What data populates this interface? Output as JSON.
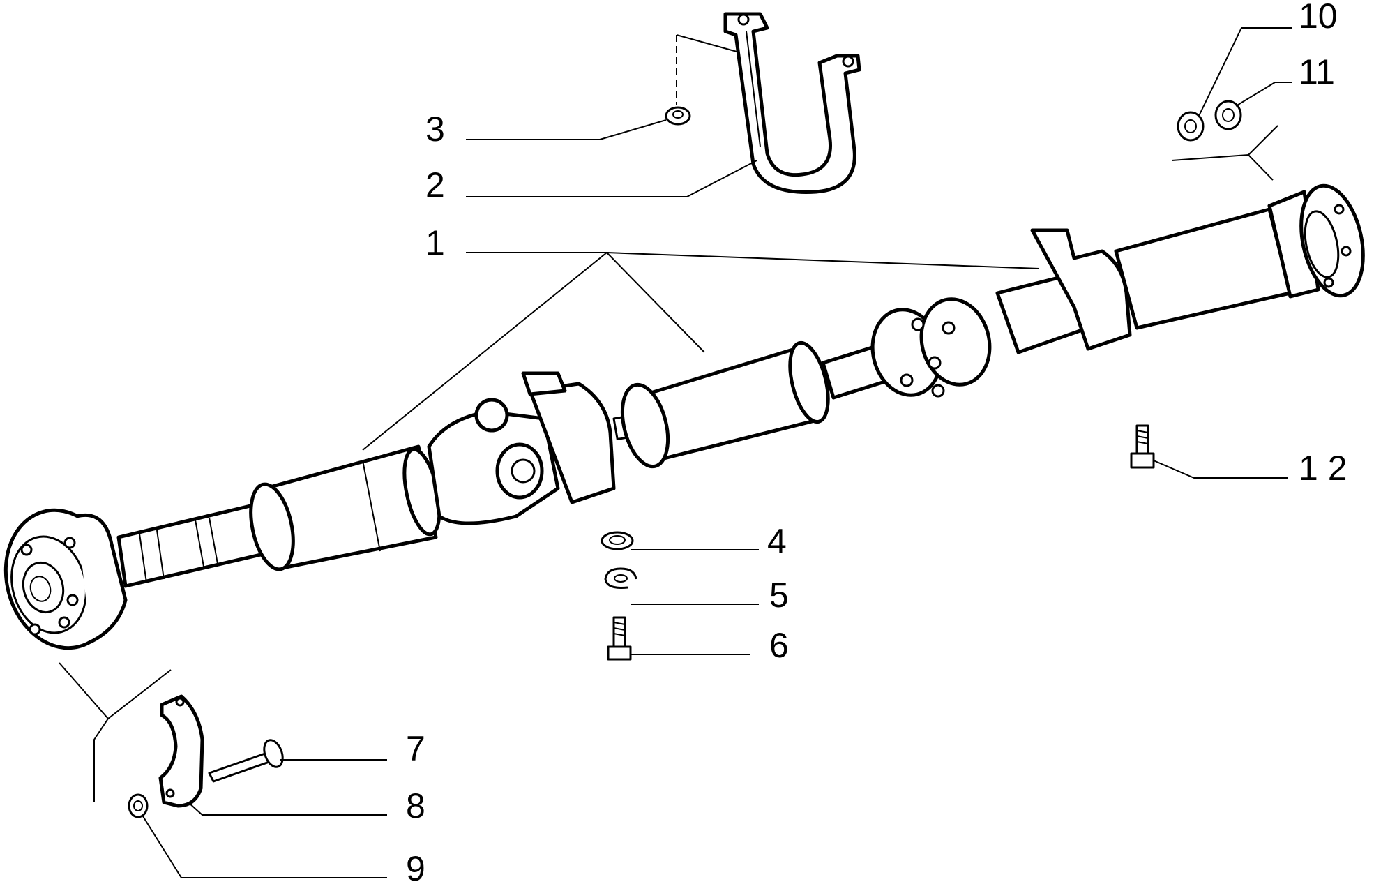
{
  "callouts": [
    {
      "id": "1",
      "label": "1"
    },
    {
      "id": "2",
      "label": "2"
    },
    {
      "id": "3",
      "label": "3"
    },
    {
      "id": "4",
      "label": "4"
    },
    {
      "id": "5",
      "label": "5"
    },
    {
      "id": "6",
      "label": "6"
    },
    {
      "id": "7",
      "label": "7"
    },
    {
      "id": "8",
      "label": "8"
    },
    {
      "id": "9",
      "label": "9"
    },
    {
      "id": "10",
      "label": "10"
    },
    {
      "id": "11",
      "label": "11"
    },
    {
      "id": "12",
      "label": "1 2"
    }
  ]
}
